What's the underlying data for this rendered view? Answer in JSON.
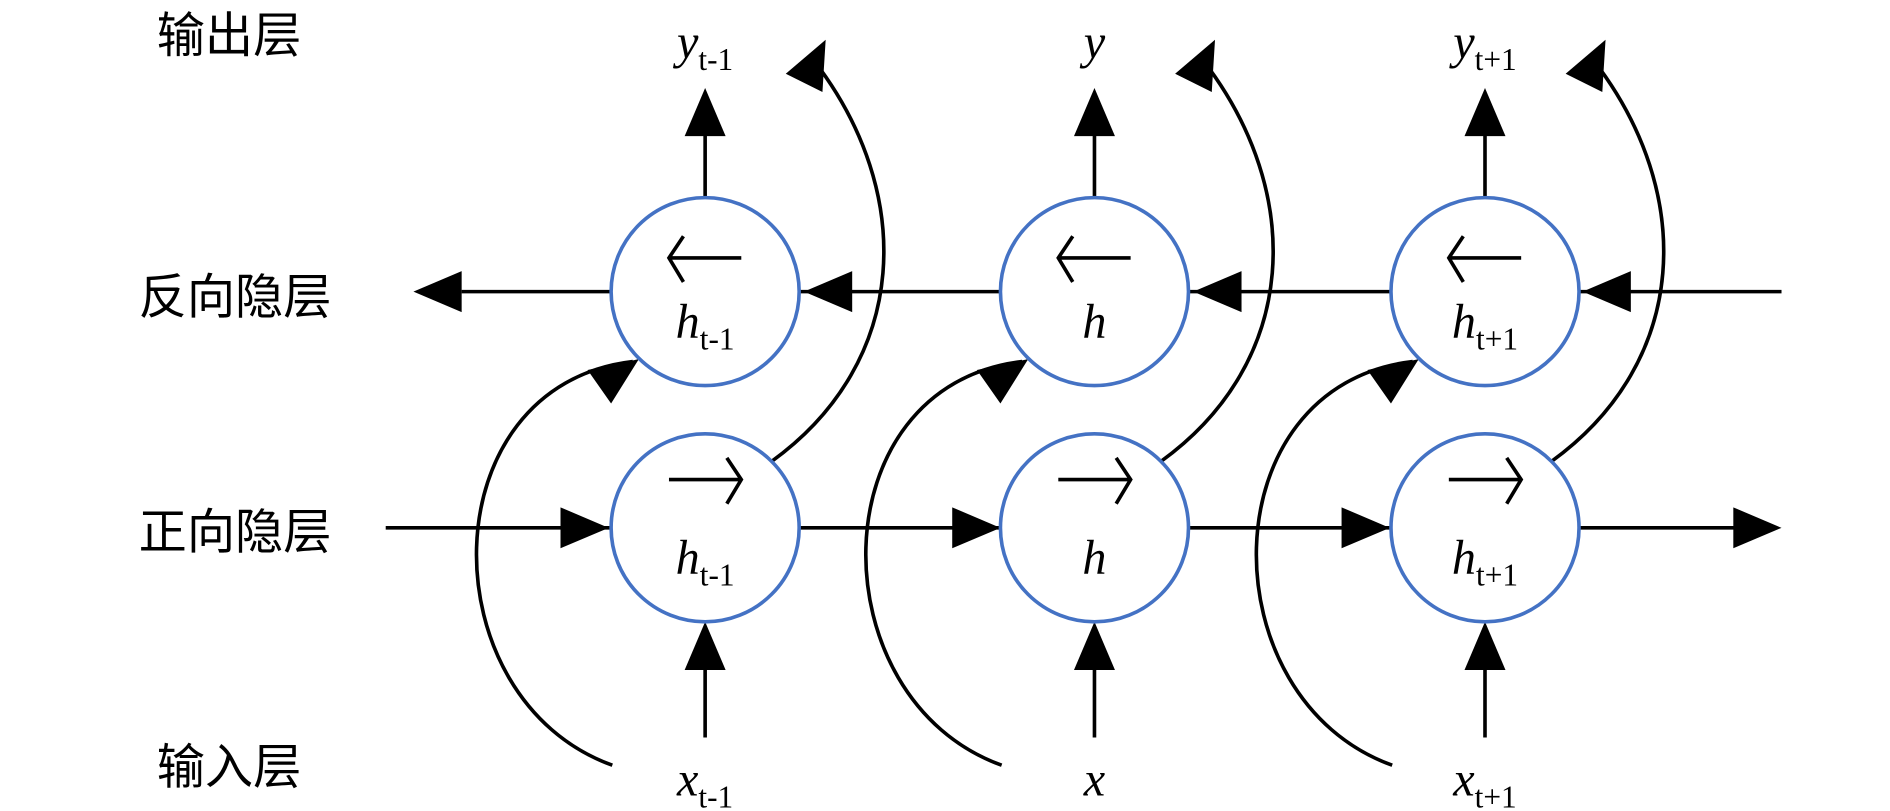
{
  "layers": {
    "output": "输出层",
    "backward": "反向隐层",
    "forward": "正向隐层",
    "input": "输入层"
  },
  "steps": [
    {
      "y": "y",
      "y_sub": "t-1",
      "h": "h",
      "h_sub": "t-1",
      "x": "x",
      "x_sub": "t-1"
    },
    {
      "y": "y",
      "y_sub": "",
      "h": "h",
      "h_sub": "",
      "x": "x",
      "x_sub": ""
    },
    {
      "y": "y",
      "y_sub": "t+1",
      "h": "h",
      "h_sub": "t+1",
      "x": "x",
      "x_sub": "t+1"
    }
  ],
  "colors": {
    "node_stroke": "#4472c4",
    "edge": "#000000"
  }
}
